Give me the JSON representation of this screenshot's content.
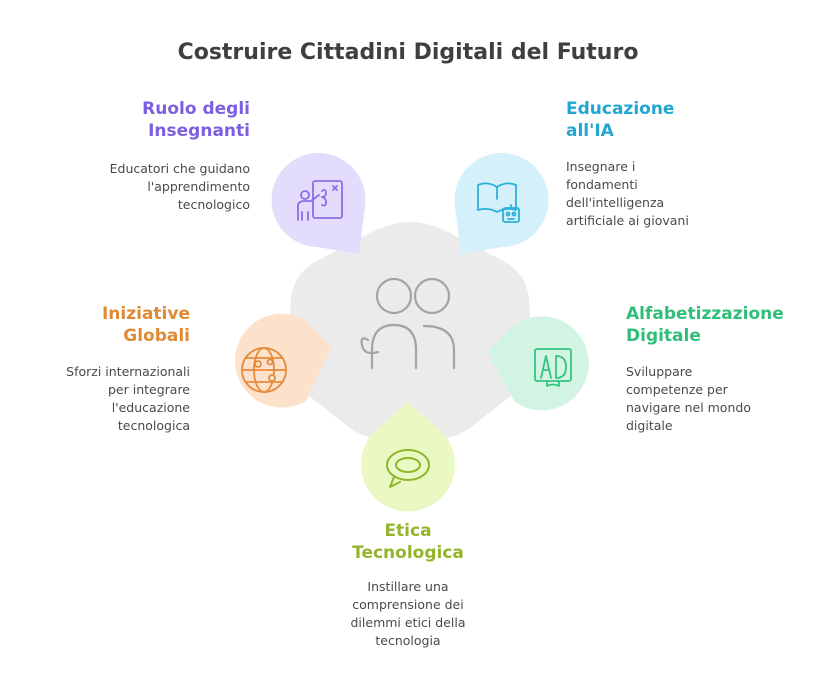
{
  "title": "Costruire Cittadini Digitali del Futuro",
  "colors": {
    "center": "#ebebeb",
    "icon_stroke": "#a3a3a3"
  },
  "nodes": [
    {
      "id": "ruolo",
      "heading_line1": "Ruolo degli",
      "heading_line2": "Insegnanti",
      "desc_lines": [
        "Educatori che guidano",
        "l'apprendimento",
        "tecnologico"
      ],
      "icon": "teacher-board-icon",
      "color": "#7c5fe0",
      "fill": "#e4dcfc",
      "stroke": "#8b6fe4"
    },
    {
      "id": "ia",
      "heading_line1": "Educazione",
      "heading_line2": "all'IA",
      "desc_lines": [
        "Insegnare i",
        "fondamenti",
        "dell'intelligenza",
        "artificiale ai giovani"
      ],
      "icon": "robot-book-icon",
      "color": "#22a6d2",
      "fill": "#d3f0fb",
      "stroke": "#2bb0d8"
    },
    {
      "id": "alfabetizzazione",
      "heading_line1": "Alfabetizzazione",
      "heading_line2": "Digitale",
      "desc_lines": [
        "Sviluppare",
        "competenze per",
        "navigare nel mondo",
        "digitale"
      ],
      "icon": "ad-icon",
      "color": "#2fbf7a",
      "fill": "#d2f5e3",
      "stroke": "#36c382"
    },
    {
      "id": "etica",
      "heading_line1": "Etica",
      "heading_line2": "Tecnologica",
      "desc_lines": [
        "Instillare una",
        "comprensione dei",
        "dilemmi etici della",
        "tecnologia"
      ],
      "icon": "speech-bubble-icon",
      "color": "#93b52a",
      "fill": "#eaf8c4",
      "stroke": "#8fb52b"
    },
    {
      "id": "iniziative",
      "heading_line1": "Iniziative",
      "heading_line2": "Globali",
      "desc_lines": [
        "Sforzi internazionali",
        "per integrare",
        "l'educazione",
        "tecnologica"
      ],
      "icon": "globe-network-icon",
      "color": "#e08a34",
      "fill": "#fde2cb",
      "stroke": "#e48b3b"
    }
  ]
}
